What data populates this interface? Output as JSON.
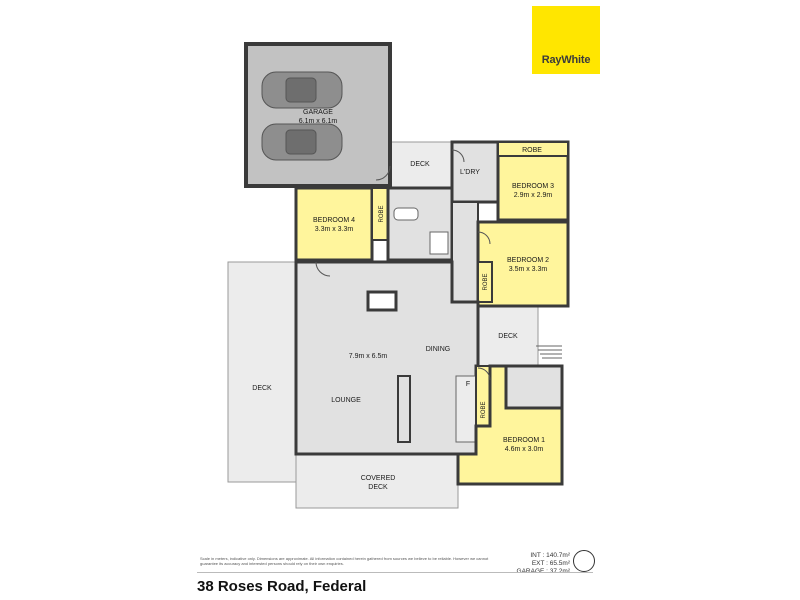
{
  "brand": {
    "name": "RayWhite",
    "color": "#ffe600"
  },
  "colors": {
    "bedroom_fill": "#fff59c",
    "garage_fill": "#c2c2c2",
    "room_fill": "#e1e1e1",
    "deck_fill": "#ececec",
    "wall": "#3a3a3a"
  },
  "rooms": {
    "garage": {
      "name": "GARAGE",
      "size": "6.1m x 6.1m"
    },
    "deck_top": {
      "name": "DECK"
    },
    "laundry": {
      "name": "L'DRY"
    },
    "robe_top": {
      "name": "ROBE"
    },
    "bedroom3": {
      "name": "BEDROOM 3",
      "size": "2.9m x 2.9m"
    },
    "bedroom4": {
      "name": "BEDROOM 4",
      "size": "3.3m x 3.3m"
    },
    "robe_b4": {
      "name": "ROBE"
    },
    "bedroom2": {
      "name": "BEDROOM 2",
      "size": "3.5m x 3.3m"
    },
    "robe_b2": {
      "name": "ROBE"
    },
    "deck_right": {
      "name": "DECK"
    },
    "living": {
      "size": "7.9m x 6.5m"
    },
    "dining": {
      "name": "DINING"
    },
    "lounge": {
      "name": "LOUNGE"
    },
    "deck_left": {
      "name": "DECK"
    },
    "fridge": {
      "name": "F"
    },
    "robe_b1": {
      "name": "ROBE"
    },
    "bedroom1": {
      "name": "BEDROOM 1",
      "size": "4.6m x 3.0m"
    },
    "covered_deck": {
      "line1": "COVERED",
      "line2": "DECK"
    }
  },
  "footer": {
    "disclaimer": "Scale in meters, indicative only. Dimensions are approximate. All information contained herein gathered from sources we believe to be reliable. However we cannot guarantee its accuracy and interested persons should rely on their own enquiries.",
    "int_area": "INT : 140.7m²",
    "ext_area": "EXT : 65.5m²",
    "garage_area": "GARAGE : 37.2m²",
    "address": "38 Roses Road, Federal"
  }
}
